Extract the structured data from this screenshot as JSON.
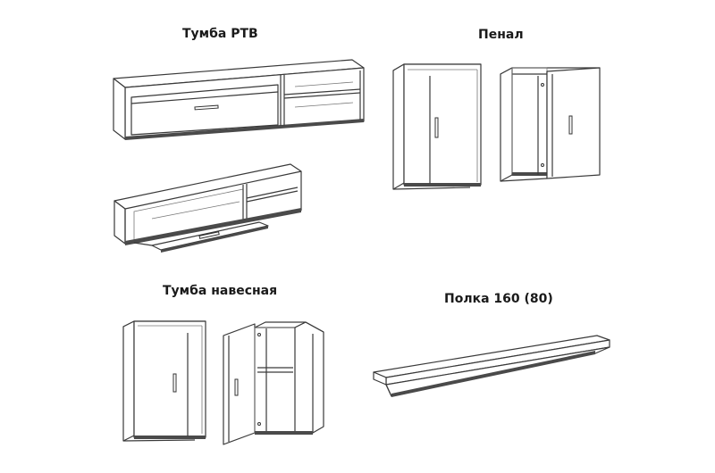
{
  "labels": {
    "tumba_rtv": "Тумба РТВ",
    "penal": "Пенал",
    "tumba_navesnaya": "Тумба навесная",
    "polka": "Полка 160 (80)"
  },
  "colors": {
    "line": "#3a3a3a",
    "background": "#ffffff"
  }
}
